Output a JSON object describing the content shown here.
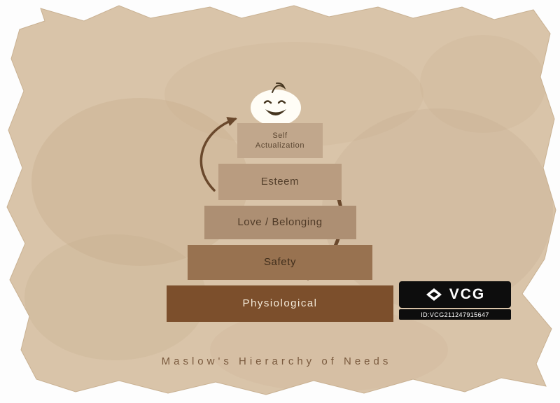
{
  "caption": "Maslow's Hierarchy of Needs",
  "pyramid": {
    "levels": [
      {
        "label": "Self Actualization",
        "color": "#c1a78c",
        "text_color": "#5b4631"
      },
      {
        "label": "Esteem",
        "color": "#b99c80",
        "text_color": "#55402c"
      },
      {
        "label": "Love / Belonging",
        "color": "#ad8f73",
        "text_color": "#4f3a27"
      },
      {
        "label": "Safety",
        "color": "#987250",
        "text_color": "#3f2d1b"
      },
      {
        "label": "Physiological",
        "color": "#7c4f2c",
        "text_color": "#f4ead9"
      }
    ]
  },
  "icons": {
    "smiley": "smiley-face-icon",
    "left_arrow": "curved-arrow-left-icon",
    "right_arrow": "curved-arrow-right-icon",
    "watermark_logo": "vcg-logo-icon"
  },
  "watermark": {
    "brand": "VCG",
    "id_text": "ID:VCG211247915647"
  },
  "colors": {
    "paper": "#d9c4a9",
    "paper_edge": "#c9b192",
    "blotch": "#c7ae8f",
    "arrow": "#6a482c",
    "caption": "#7a5a3e",
    "face": "#fffdf6",
    "face_feature": "#45351f",
    "watermark_bg": "#0d0d0d",
    "watermark_text": "#ffffff",
    "page_bg": "#fdfdfd"
  }
}
